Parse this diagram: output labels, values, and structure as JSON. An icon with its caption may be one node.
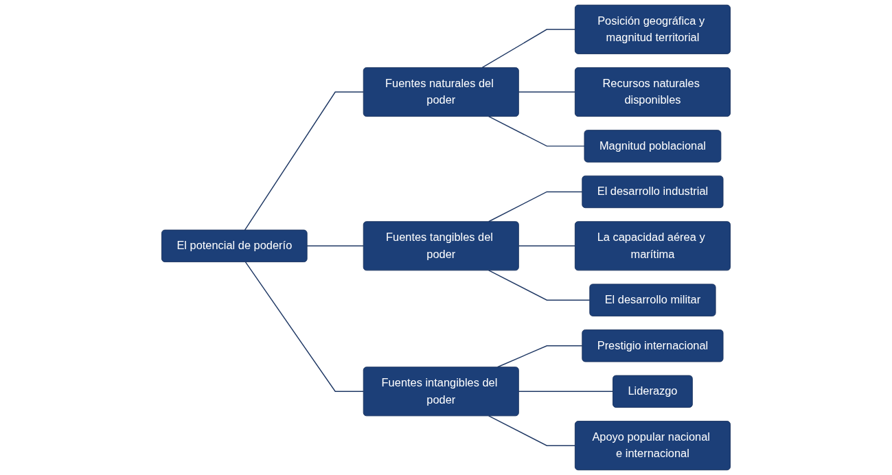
{
  "diagram": {
    "nodes": [
      {
        "text": [
          "El potencial de poderío"
        ]
      },
      {
        "text": [
          "Fuentes naturales del poder"
        ]
      },
      {
        "text": [
          "Posición geográfica y magnitud territorial"
        ]
      },
      {
        "text": [
          "Recursos naturales disponibles"
        ]
      },
      {
        "text": [
          "Magnitud poblacional"
        ]
      },
      {
        "text": [
          "Fuentes tangibles del poder"
        ]
      },
      {
        "text": [
          "El desarrollo industrial"
        ]
      },
      {
        "text": [
          "La capacidad aérea y marítima"
        ]
      },
      {
        "text": [
          "El desarrollo militar"
        ]
      },
      {
        "text": [
          "Fuentes intangibles del poder"
        ]
      },
      {
        "text": [
          "Prestigio internacional"
        ]
      },
      {
        "text": [
          "Liderazgo"
        ]
      },
      {
        "text": [
          "Apoyo popular nacional e internacional"
        ]
      }
    ],
    "edges": [
      {
        "from": 0,
        "to": 1,
        "arrow": "none"
      },
      {
        "from": 0,
        "to": 5,
        "arrow": "none"
      },
      {
        "from": 0,
        "to": 9,
        "arrow": "none"
      },
      {
        "from": 1,
        "to": 2,
        "arrow": "none"
      },
      {
        "from": 1,
        "to": 3,
        "arrow": "none"
      },
      {
        "from": 1,
        "to": 4,
        "arrow": "none"
      },
      {
        "from": 5,
        "to": 6,
        "arrow": "none"
      },
      {
        "from": 5,
        "to": 7,
        "arrow": "none"
      },
      {
        "from": 5,
        "to": 8,
        "arrow": "none"
      },
      {
        "from": 9,
        "to": 10,
        "arrow": "none"
      },
      {
        "from": 9,
        "to": 11,
        "arrow": "none"
      },
      {
        "from": 9,
        "to": 12,
        "arrow": "none"
      }
    ]
  }
}
